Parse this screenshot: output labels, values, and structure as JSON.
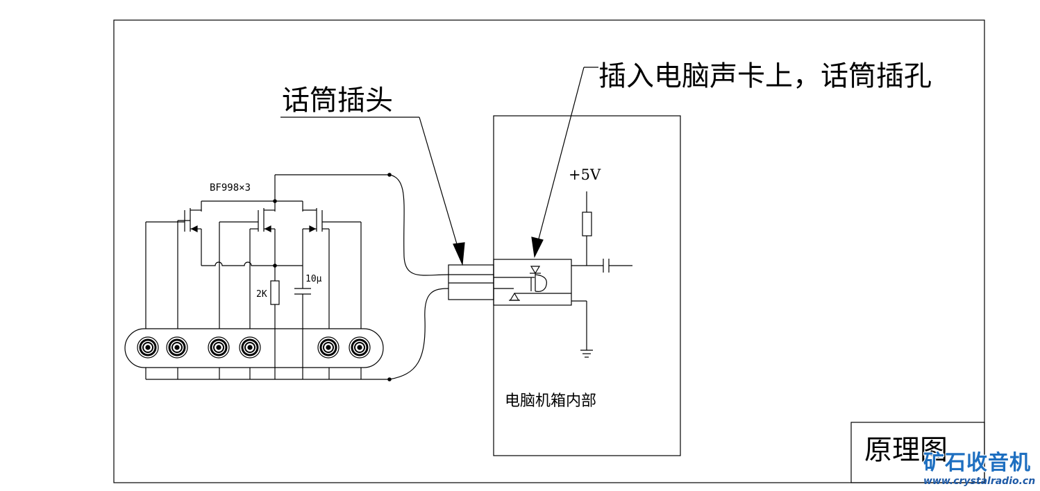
{
  "labels": {
    "mic_plug": "话筒插头",
    "soundcard_jack": "插入电脑声卡上，话筒插孔",
    "transistors": "BF998×3",
    "resistor": "2K",
    "capacitor": "10μ",
    "supply": "+5V",
    "pc_inside": "电脑机箱内部",
    "title_block": "原理图"
  },
  "watermark": {
    "name": "矿石收音机",
    "url": "www.crystalradio.cn"
  },
  "colors": {
    "line": "#000000",
    "watermark": "#1e6fc0"
  }
}
